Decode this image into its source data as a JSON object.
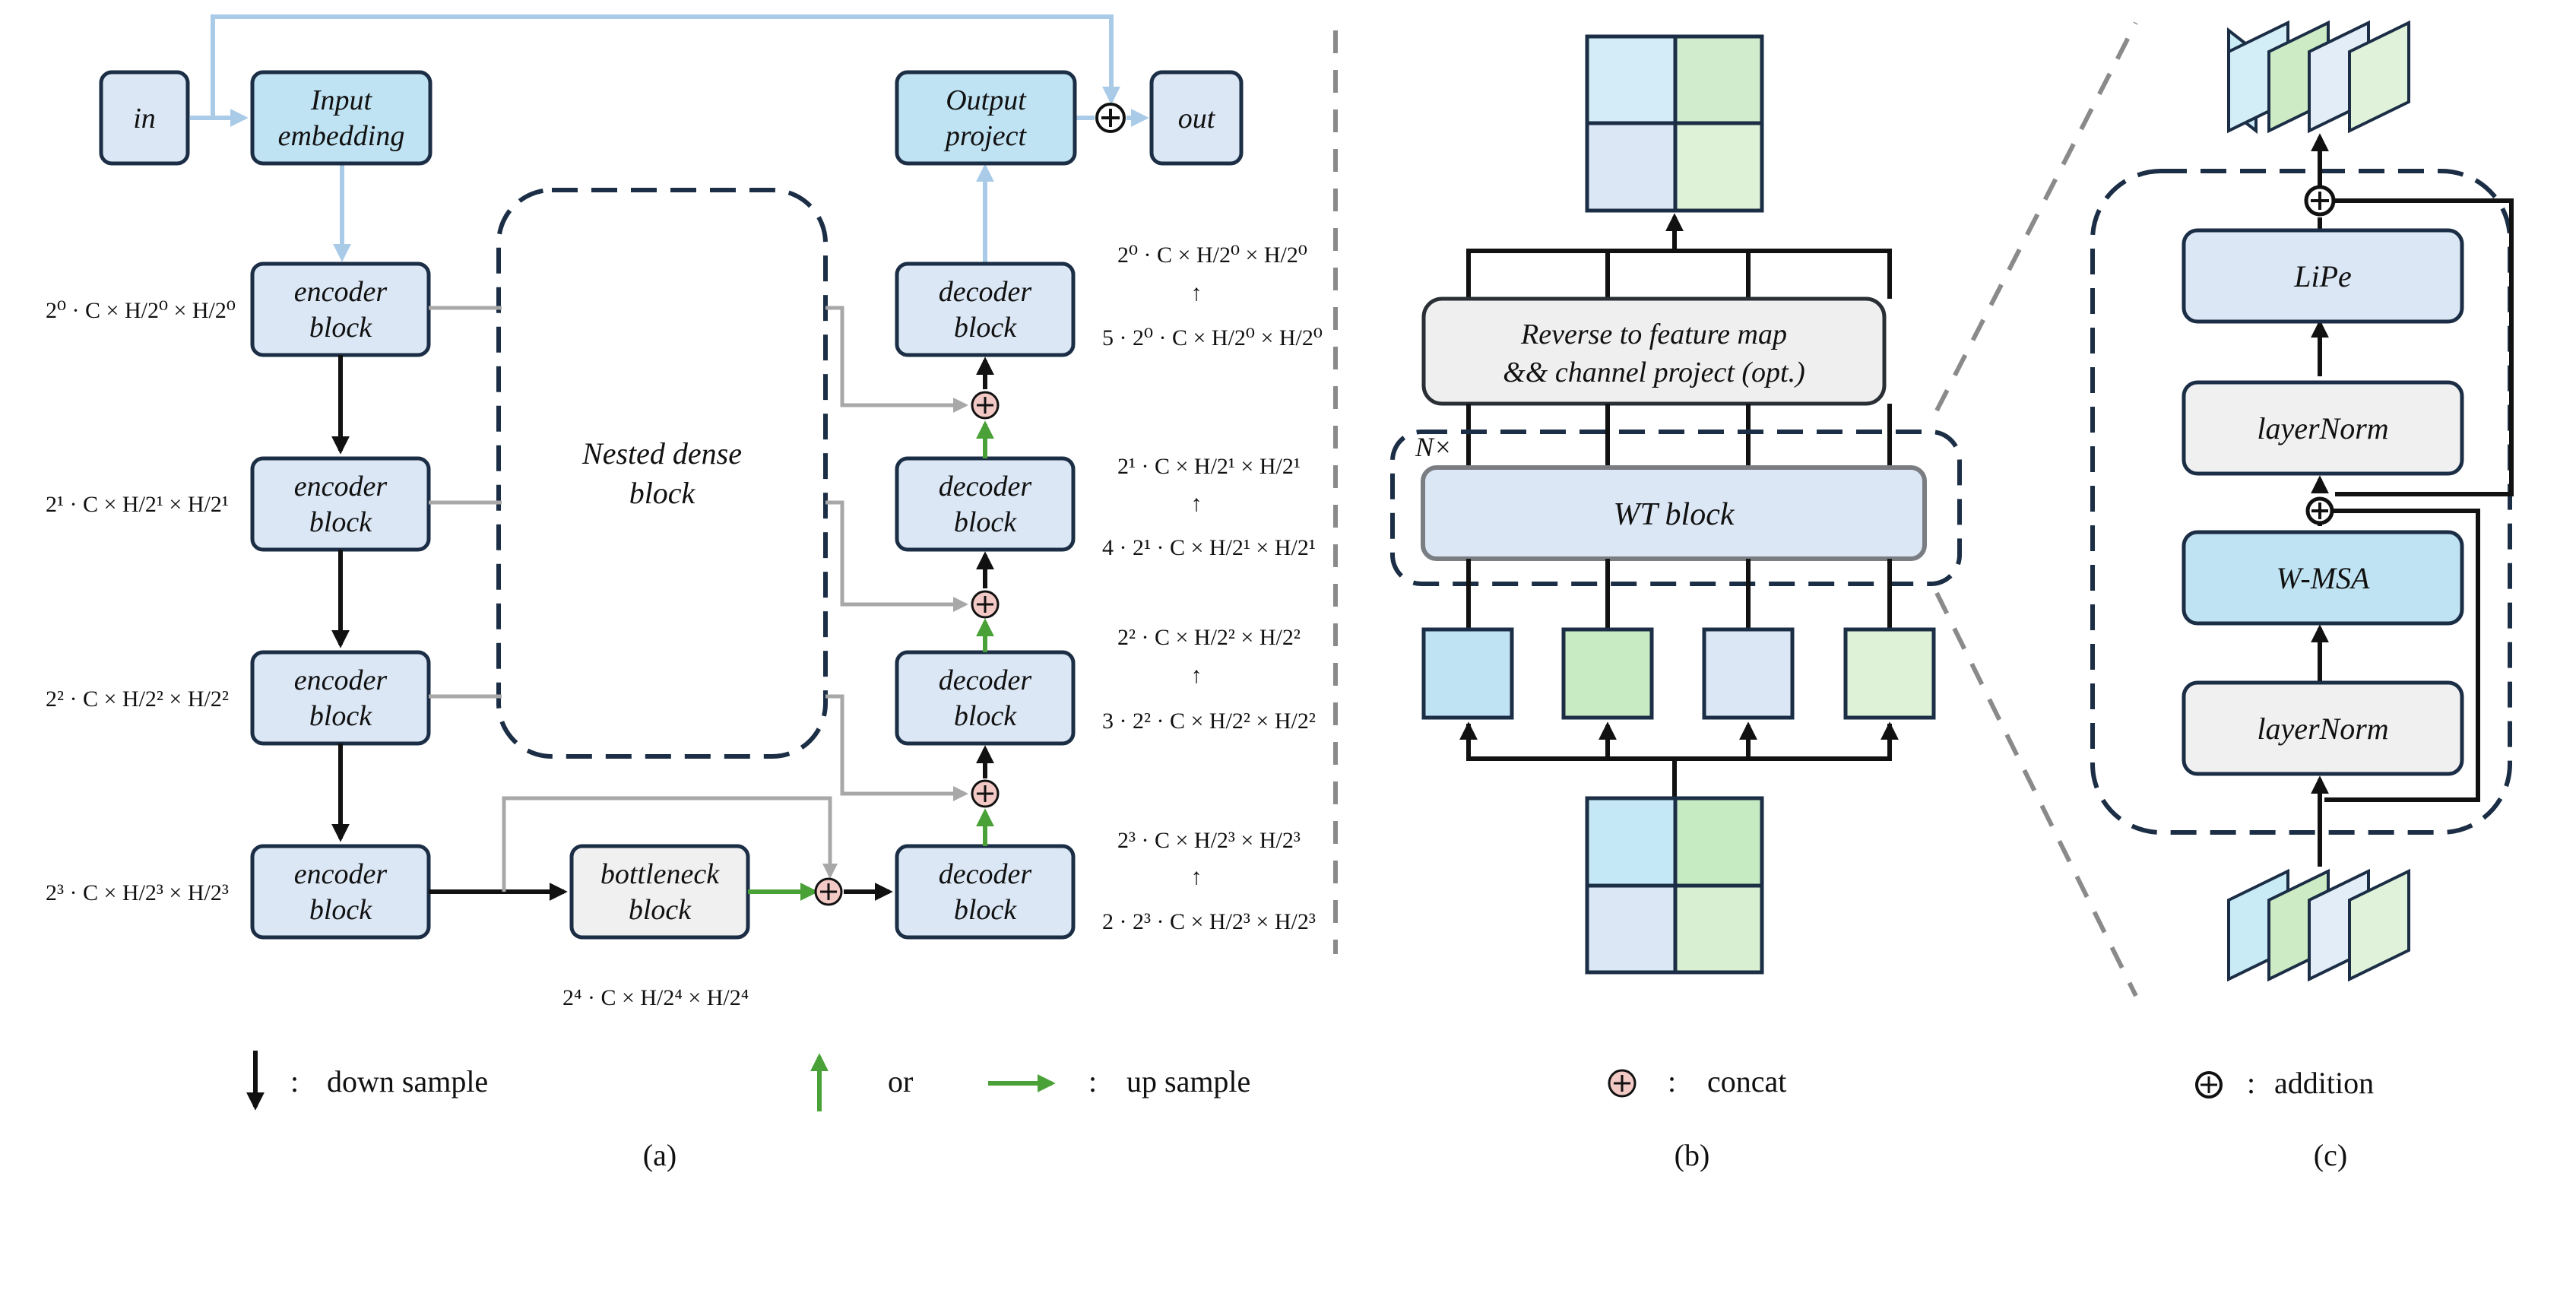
{
  "panel_a": {
    "in": "in",
    "input_embedding": [
      "Input",
      "embedding"
    ],
    "output_project": [
      "Output",
      "project"
    ],
    "out": "out",
    "encoder_label": [
      "encoder",
      "block"
    ],
    "decoder_label": [
      "decoder",
      "block"
    ],
    "bottleneck_label": [
      "bottleneck",
      "block"
    ],
    "nested_label": [
      "Nested dense",
      "block"
    ],
    "left_dims": [
      "2⁰ · C × H/2⁰ × H/2⁰",
      "2¹ · C × H/2¹ × H/2¹",
      "2² · C × H/2² × H/2²",
      "2³ · C × H/2³ × H/2³"
    ],
    "bottleneck_dim": "2⁴ · C × H/2⁴ × H/2⁴",
    "right_dims": [
      {
        "top": "2⁰ · C × H/2⁰ × H/2⁰",
        "bottom": "5 · 2⁰ · C × H/2⁰ × H/2⁰"
      },
      {
        "top": "2¹ · C × H/2¹ × H/2¹",
        "bottom": "4 · 2¹ · C × H/2¹ × H/2¹"
      },
      {
        "top": "2² · C × H/2² × H/2²",
        "bottom": "3 · 2² · C × H/2² × H/2²"
      },
      {
        "top": "2³ · C × H/2³ × H/2³",
        "bottom": "2 · 2³ · C × H/2³ × H/2³"
      }
    ],
    "arrow_glyph": "↑",
    "caption": "(a)"
  },
  "panel_b": {
    "reverse_label": [
      "Reverse to feature map",
      "&& channel project (opt.)"
    ],
    "repeat_label": "N×",
    "wt_label": "WT block",
    "caption": "(b)"
  },
  "panel_c": {
    "lipe": "LiPe",
    "layernorm_top": "layerNorm",
    "wmsa": "W-MSA",
    "layernorm_bottom": "layerNorm",
    "caption": "(c)"
  },
  "legend": {
    "colon": ":",
    "down_sample": "down sample",
    "or": "or",
    "up_sample": "up sample",
    "concat": "concat",
    "addition": "addition"
  },
  "colors": {
    "light_blue": "#dbe7f5",
    "cyan": "#bfe3f3",
    "green": "#d1eccc",
    "light_green": "#def2d7",
    "concat_fill": "#f3c9c5",
    "green_arrow": "#4aa138",
    "grey_line": "#a8a8a8",
    "blue_line": "#a9cbe8"
  }
}
